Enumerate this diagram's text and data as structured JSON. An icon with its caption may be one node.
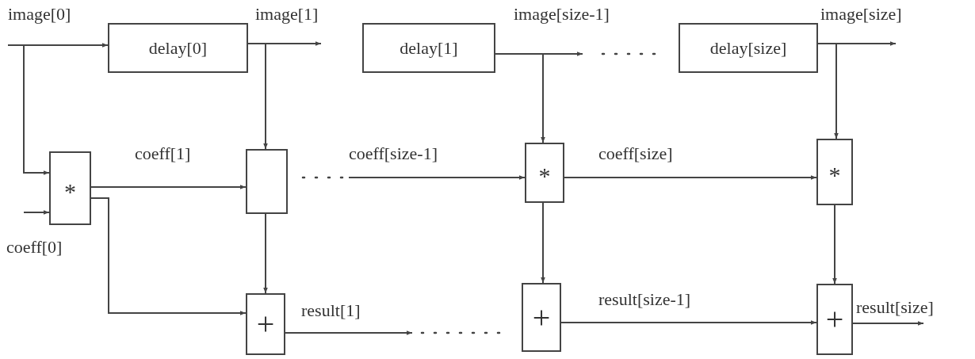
{
  "diagram": {
    "nodes": [
      {
        "text": [
          "delay[0]"
        ]
      },
      {
        "text": [
          "delay[1]"
        ]
      },
      {
        "text": [
          "delay[size]"
        ]
      },
      {
        "text": [
          "*"
        ]
      },
      {
        "text": [],
        "shape": "box"
      },
      {
        "text": [
          "*"
        ]
      },
      {
        "text": [
          "*"
        ]
      },
      {
        "text": [
          "+"
        ]
      },
      {
        "text": [
          "+"
        ]
      },
      {
        "text": [
          "+"
        ]
      }
    ],
    "edges": [
      {
        "from": null,
        "to": 0,
        "arrow": "to",
        "label": "image[0]"
      },
      {
        "from": null,
        "to": 3,
        "arrow": "to"
      },
      {
        "from": null,
        "to": 3,
        "arrow": "to",
        "label": "coeff[0]"
      },
      {
        "from": 3,
        "to": 4,
        "arrow": "to",
        "label": "coeff[1]"
      },
      {
        "from": 3,
        "to": 7,
        "arrow": "to"
      },
      {
        "from": 0,
        "to": 4,
        "arrow": "to",
        "label": "image[1]"
      },
      {
        "from": 4,
        "to": 7,
        "arrow": "to"
      },
      {
        "from": 7,
        "to": null,
        "arrow": "to",
        "label": "result[1]"
      },
      {
        "from": null,
        "to": 5,
        "arrow": "to",
        "label": "coeff[size-1]"
      },
      {
        "from": 1,
        "to": 5,
        "arrow": "to",
        "label": "image[size-1]"
      },
      {
        "from": 5,
        "to": 8,
        "arrow": "to"
      },
      {
        "from": 5,
        "to": 6,
        "arrow": "to",
        "label": "coeff[size]"
      },
      {
        "from": 8,
        "to": 9,
        "arrow": "to",
        "label": "result[size-1]"
      },
      {
        "from": 2,
        "to": 6,
        "arrow": "to",
        "label": "image[size]"
      },
      {
        "from": 6,
        "to": 9,
        "arrow": "to"
      },
      {
        "from": 9,
        "to": null,
        "arrow": "to",
        "label": "result[size]"
      }
    ]
  }
}
